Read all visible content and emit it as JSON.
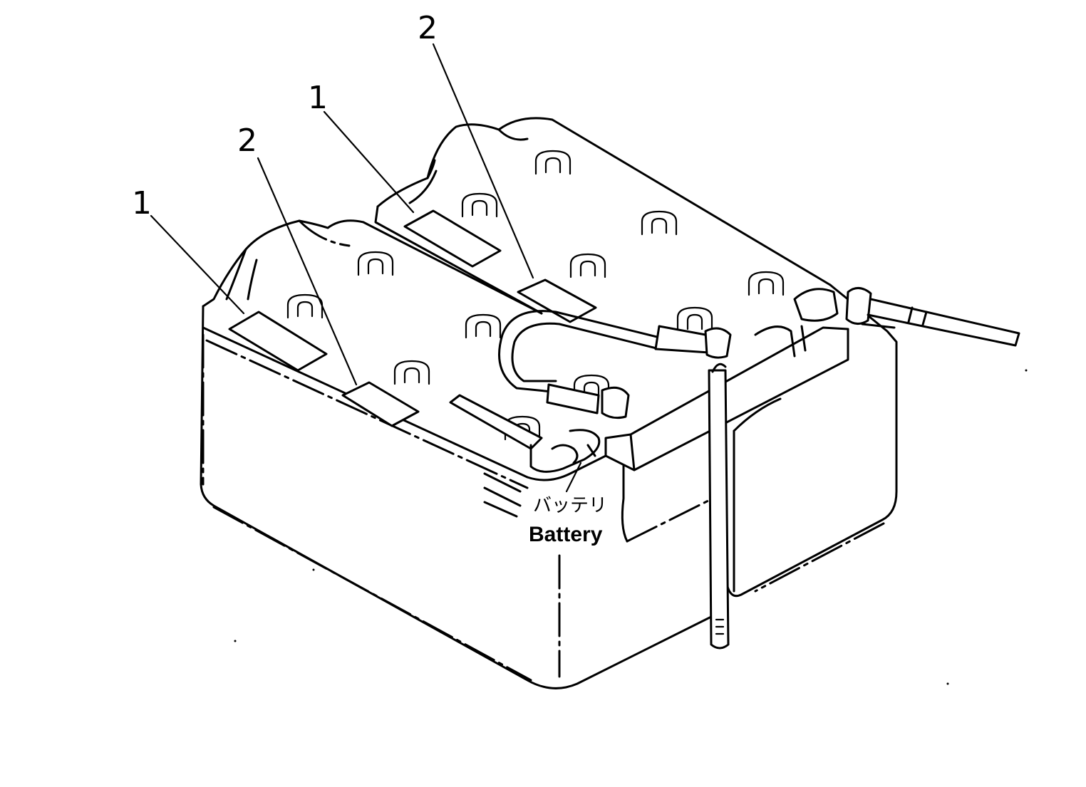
{
  "callouts": [
    {
      "number": "1"
    },
    {
      "number": "2"
    },
    {
      "number": "1"
    },
    {
      "number": "2"
    }
  ],
  "battery_label": {
    "japanese": "バッテリ",
    "english": "Battery"
  }
}
